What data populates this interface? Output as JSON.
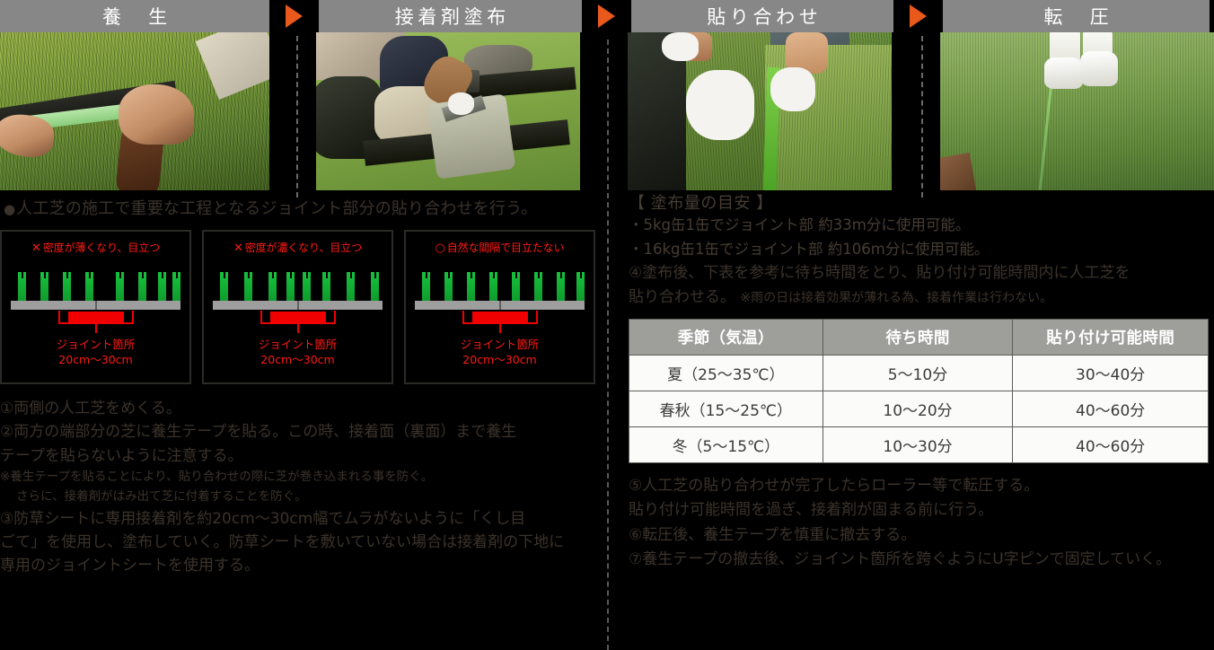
{
  "header": {
    "tabs": [
      {
        "label": "養　生"
      },
      {
        "label": "接着剤塗布"
      },
      {
        "label": "貼り合わせ"
      },
      {
        "label": "転　圧"
      }
    ],
    "arrow_color": "#e8591b",
    "tab_bg": "#878787"
  },
  "photos": [
    {
      "alt": "養生テープを人工芝の端に貼る作業写真"
    },
    {
      "alt": "接着剤をくし目ごてで塗布する作業写真"
    },
    {
      "alt": "白手袋でジョイント部を貼り合わせる写真"
    },
    {
      "alt": "転圧後の人工芝とローラー作業者の足元写真"
    }
  ],
  "left": {
    "lead_mark": "●",
    "lead": "人工芝の施工で重要な工程となるジョイント部分の貼り合わせを行う。",
    "diagrams": [
      {
        "mark": "✕",
        "title": "密度が薄くなり、目立つ",
        "caption_line1": "ジョイント箇所",
        "caption_line2": "20cm〜30cm",
        "pattern": "sparse"
      },
      {
        "mark": "✕",
        "title": "密度が濃くなり、目立つ",
        "caption_line1": "ジョイント箇所",
        "caption_line2": "20cm〜30cm",
        "pattern": "dense"
      },
      {
        "mark": "○",
        "title": "自然な間隔で目立たない",
        "caption_line1": "ジョイント箇所",
        "caption_line2": "20cm〜30cm",
        "pattern": "even"
      }
    ],
    "steps": [
      {
        "text": "①両側の人工芝をめくる。",
        "size": "lg",
        "indent": false
      },
      {
        "text": "②両方の端部分の芝に養生テープを貼る。この時、接着面（裏面）まで養生",
        "size": "lg",
        "indent": false
      },
      {
        "text": "テープを貼らないように注意する。",
        "size": "lg",
        "indent": false
      },
      {
        "text": "※養生テープを貼ることにより、貼り合わせの際に芝が巻き込まれる事を防ぐ。",
        "size": "sm",
        "indent": false
      },
      {
        "text": "さらに、接着剤がはみ出て芝に付着することを防ぐ。",
        "size": "sm",
        "indent": true
      },
      {
        "text": "③防草シートに専用接着剤を約20cm〜30cm幅でムラがないように「くし目",
        "size": "lg",
        "indent": false
      },
      {
        "text": "ごて」を使用し、塗布していく。防草シートを敷いていない場合は接着剤の下地に",
        "size": "lg",
        "indent": false
      },
      {
        "text": "専用のジョイントシートを使用する。",
        "size": "lg",
        "indent": false
      }
    ]
  },
  "right": {
    "section_title": "【 塗布量の目安 】",
    "bullets": [
      "・5kg缶1缶でジョイント部 約33m分に使用可能。",
      "・16kg缶1缶でジョイント部 約106m分に使用可能。"
    ],
    "paragraph_line1": "④塗布後、下表を参考に待ち時間をとり、貼り付け可能時間内に人工芝を",
    "paragraph_line2": "貼り合わせる。",
    "paragraph_note": "※雨の日は接着効果が薄れる為、接着作業は行わない。",
    "table": {
      "headers": [
        "季節（気温）",
        "待ち時間",
        "貼り付け可能時間"
      ],
      "rows": [
        [
          "夏（25〜35℃）",
          "5〜10分",
          "30〜40分"
        ],
        [
          "春秋（15〜25℃）",
          "10〜20分",
          "40〜60分"
        ],
        [
          "冬（5〜15℃）",
          "10〜30分",
          "40〜60分"
        ]
      ]
    },
    "steps": [
      "⑤人工芝の貼り合わせが完了したらローラー等で転圧する。",
      "貼り付け可能時間を過ぎ、接着剤が固まる前に行う。",
      "⑥転圧後、養生テープを慎重に撤去する。",
      "⑦養生テープの撤去後、ジョイント箇所を跨ぐようにU字ピンで固定していく。"
    ]
  }
}
